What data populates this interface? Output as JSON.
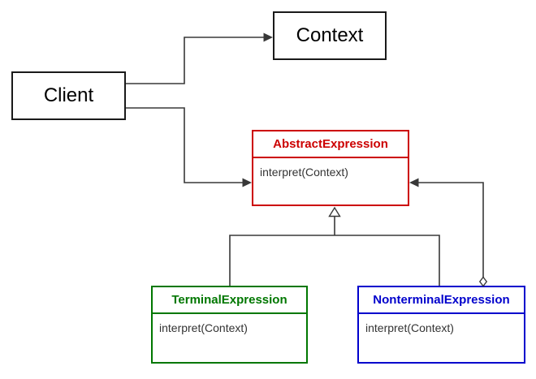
{
  "colors": {
    "background": "#ffffff",
    "line": "#383838",
    "plain_border": "#1a1a1a",
    "red_accent": "#cc0000",
    "green_accent": "#007700",
    "blue_accent": "#0000cc",
    "method_text": "#333333",
    "plain_text": "#000000"
  },
  "nodes": {
    "client": {
      "label": "Client"
    },
    "context": {
      "label": "Context"
    },
    "abstract_expression": {
      "title": "AbstractExpression",
      "method": "interpret(Context)",
      "accent": "#cc0000"
    },
    "terminal_expression": {
      "title": "TerminalExpression",
      "method": "interpret(Context)",
      "accent": "#007700"
    },
    "nonterminal_expression": {
      "title": "NonterminalExpression",
      "method": "interpret(Context)",
      "accent": "#0000cc"
    }
  },
  "edges": [
    {
      "from": "Client",
      "to": "Context",
      "type": "directed association (solid arrowhead)"
    },
    {
      "from": "Client",
      "to": "AbstractExpression",
      "type": "directed association (solid arrowhead)"
    },
    {
      "from": "TerminalExpression",
      "to": "AbstractExpression",
      "type": "generalization (hollow triangle)"
    },
    {
      "from": "NonterminalExpression",
      "to": "AbstractExpression",
      "type": "generalization (hollow triangle)"
    },
    {
      "from": "NonterminalExpression",
      "to": "AbstractExpression",
      "type": "aggregation (hollow diamond at NonterminalExpression, solid arrowhead at AbstractExpression)"
    }
  ]
}
